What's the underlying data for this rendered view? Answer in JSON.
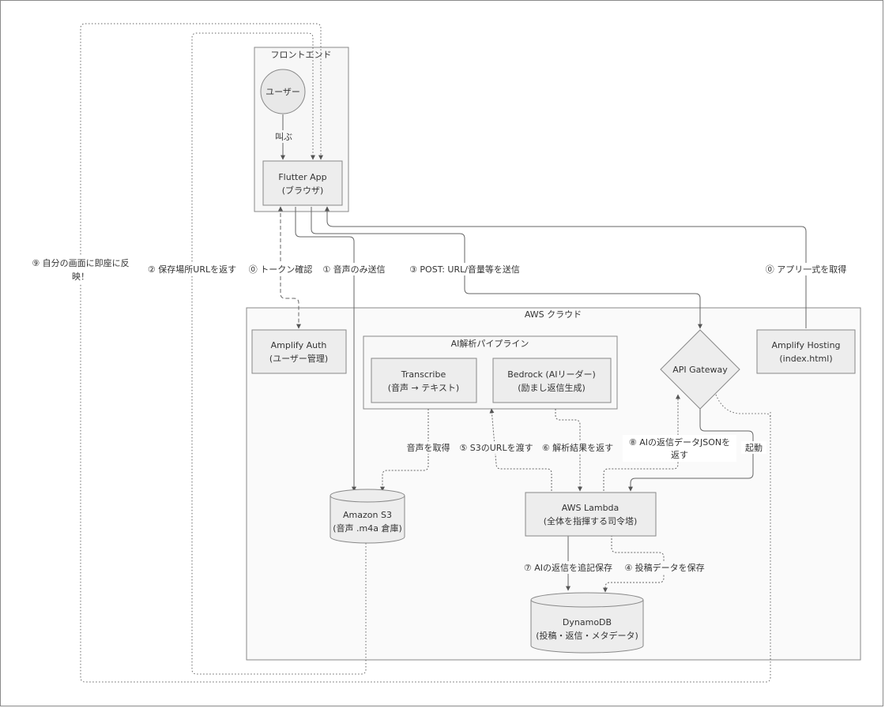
{
  "groups": {
    "frontend": "フロントエンド",
    "aws": "AWS クラウド",
    "pipeline": "AI解析パイプライン"
  },
  "nodes": {
    "user": "ユーザー",
    "flutter": [
      "Flutter App",
      "(ブラウザ)"
    ],
    "auth": [
      "Amplify Auth",
      "(ユーザー管理)"
    ],
    "hosting": [
      "Amplify Hosting",
      "(index.html)"
    ],
    "gateway": "API Gateway",
    "transcribe": [
      "Transcribe",
      "(音声 → テキスト)"
    ],
    "bedrock": [
      "Bedrock (AIリーダー)",
      "(励まし返信生成)"
    ],
    "s3": [
      "Amazon S3",
      "(音声 .m4a 倉庫)"
    ],
    "lambda": [
      "AWS Lambda",
      "(全体を指揮する司令塔)"
    ],
    "dynamo": [
      "DynamoDB",
      "(投稿・返信・メタデータ)"
    ]
  },
  "edges": {
    "shout": "叫ぶ",
    "reflect": [
      "⑨ 自分の画面に即座に反",
      "映！"
    ],
    "return_url": "② 保存場所URLを返す",
    "token": "⓪ トークン確認",
    "audio_only": "① 音声のみ送信",
    "post": "③ POST: URL/音量等を送信",
    "get_app": "⓪ アプリ一式を取得",
    "get_audio": "音声を取得",
    "pass_url": "⑤ S3のURLを渡す",
    "return_result": "⑥ 解析結果を返す",
    "return_json": [
      "⑧ AIの返信データJSONを",
      "返す"
    ],
    "start": "起動",
    "save_reply": "⑦ AIの返信を追記保存",
    "save_post": "④ 投稿データを保存"
  }
}
